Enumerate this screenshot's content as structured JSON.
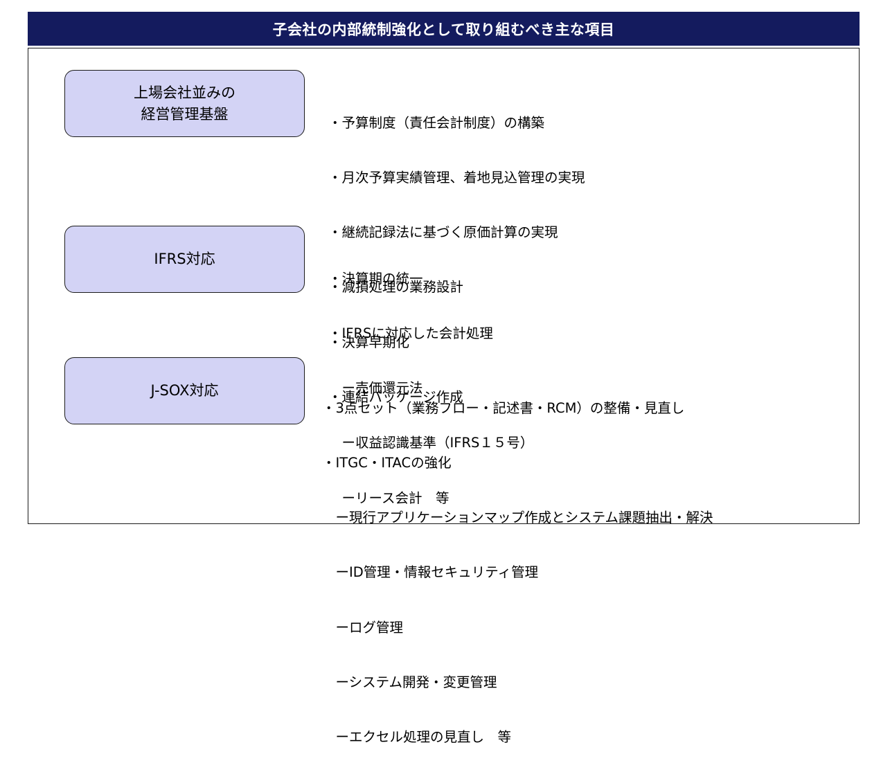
{
  "title": "子会社の内部統制強化として取り組むべき主な項目",
  "categories": [
    {
      "label": "上場会社並みの\n経営管理基盤",
      "items": [
        "・予算制度（責任会計制度）の構築",
        "・月次予算実績管理、着地見込管理の実現",
        "・継続記録法に基づく原価計算の実現",
        "・減損処理の業務設計",
        "・決算早期化",
        "・連結パッケージ作成"
      ]
    },
    {
      "label": "IFRS対応",
      "items": [
        "・決算期の統一",
        "・IFRSに対応した会計処理",
        "　ー売価還元法",
        "　ー収益認識基準（IFRS１５号）",
        "　ーリース会計　等"
      ]
    },
    {
      "label": "J-SOX対応",
      "items": [
        "・3点セット（業務フロー・記述書・RCM）の整備・見直し",
        "・ITGC・ITACの強化",
        "　ー現行アプリケーションマップ作成とシステム課題抽出・解決",
        "　ーID管理・情報セキュリティ管理",
        "　ーログ管理",
        "　ーシステム開発・変更管理",
        "　ーエクセル処理の見直し　等"
      ]
    }
  ]
}
